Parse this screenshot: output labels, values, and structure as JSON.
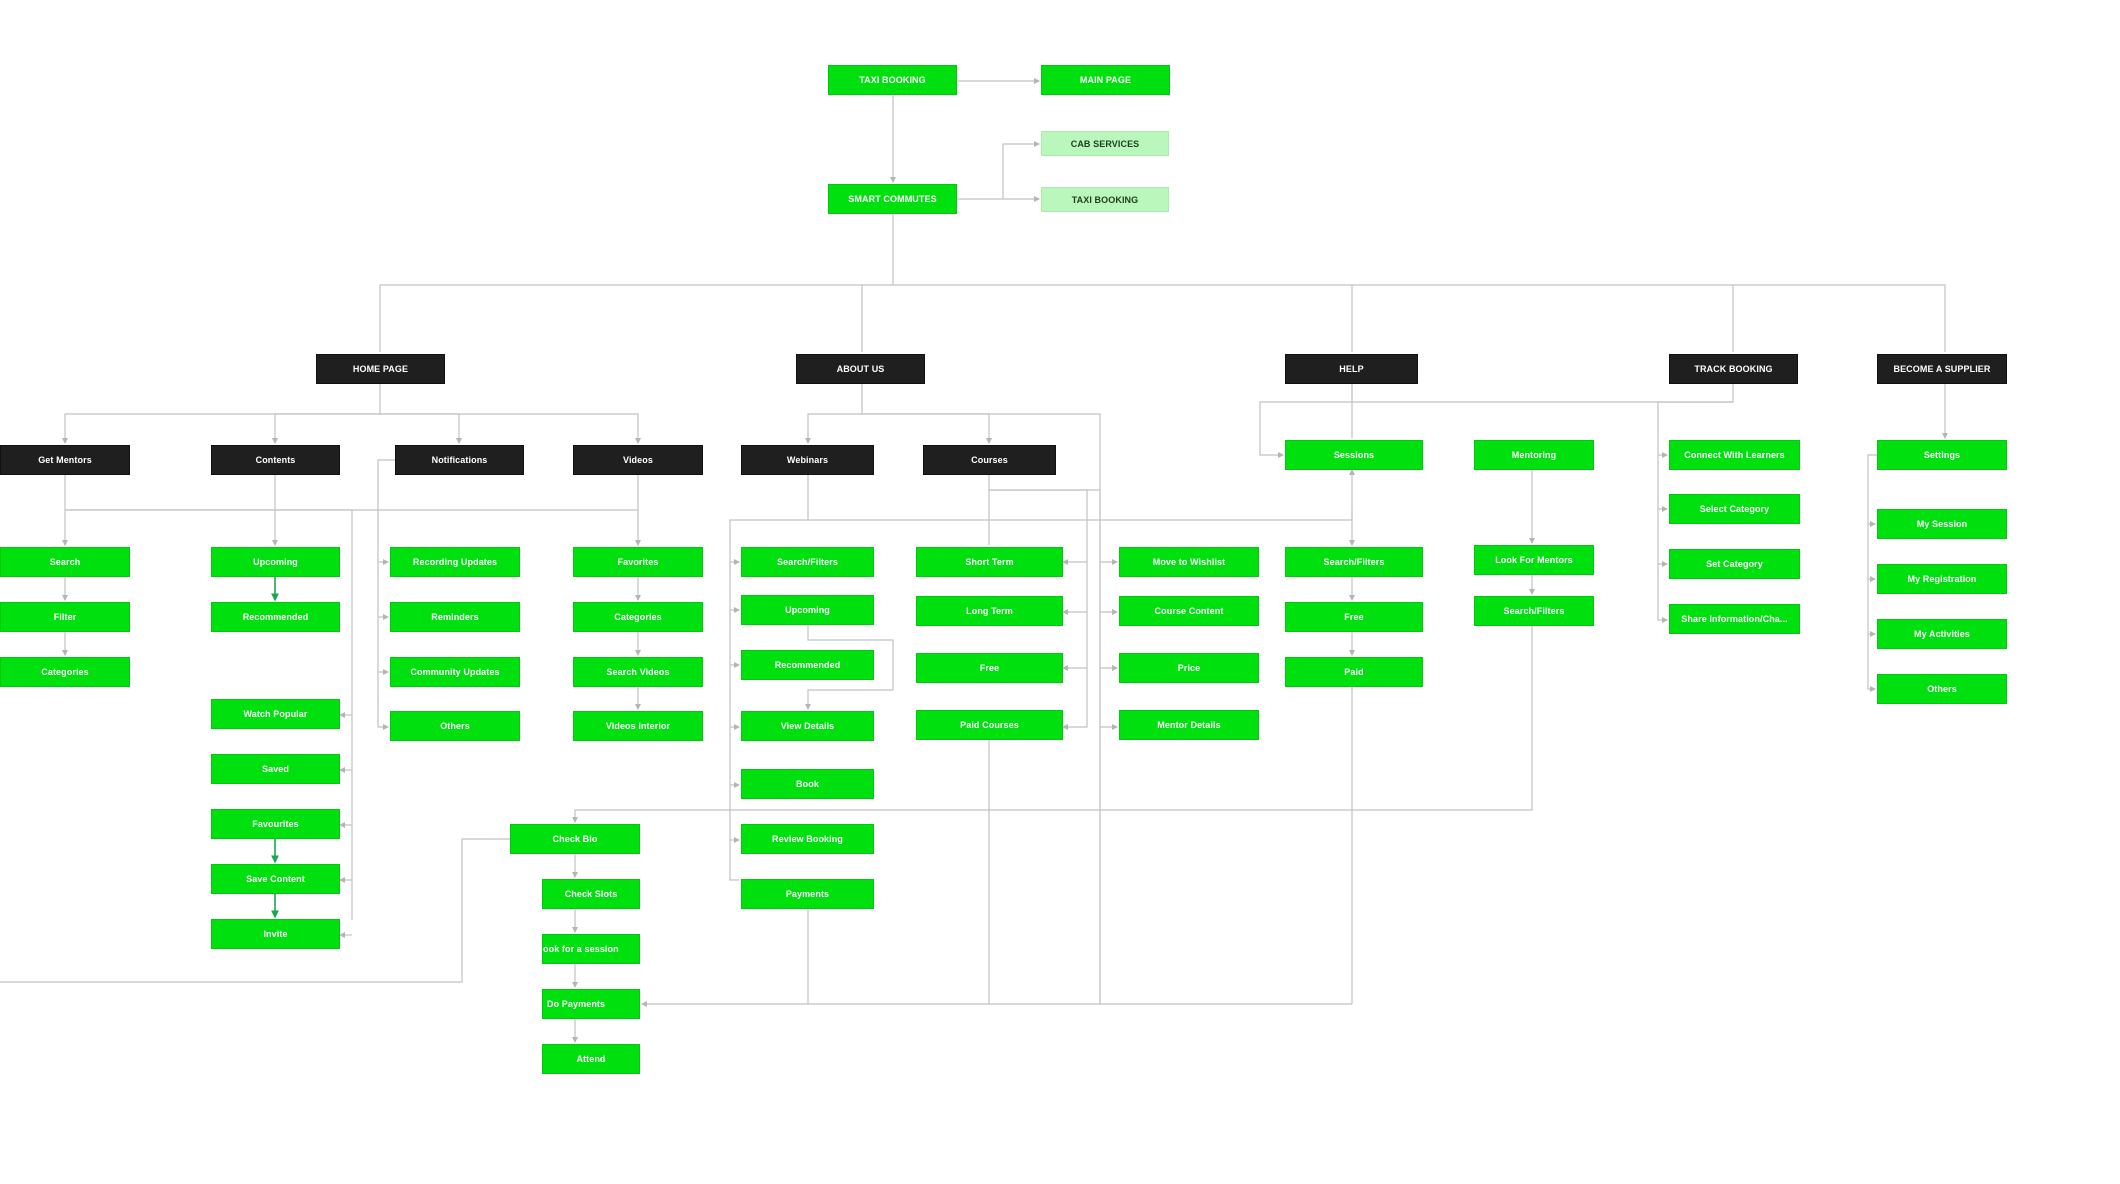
{
  "colors": {
    "dark": "#1f1f1f",
    "green": "#00e00f",
    "light": "#b9f7bc",
    "line": "#c2c2c2",
    "accent_arrow": "#18a84b"
  },
  "nodes": {
    "taxi_booking": "TAXI BOOKING",
    "main_page": "MAIN PAGE",
    "cab_services": "CAB SERVICES",
    "taxi_booking_sub": "TAXI BOOKING",
    "smart_commutes": "SMART COMMUTES",
    "home_page": "HOME PAGE",
    "about_us": "ABOUT US",
    "help": "HELP",
    "track_booking": "TRACK BOOKING",
    "become_supplier": "BECOME A SUPPLIER",
    "get_mentors": "Get Mentors",
    "contents": "Contents",
    "notifications": "Notifications",
    "videos": "Videos",
    "webinars": "Webinars",
    "courses": "Courses",
    "gm_search": "Search",
    "gm_filter": "Filter",
    "gm_categories": "Categories",
    "ct_upcoming": "Upcoming",
    "ct_recommended": "Recommended",
    "ct_watch_popular": "Watch Popular",
    "ct_saved": "Saved",
    "ct_favourites": "Favourites",
    "ct_save_content": "Save Content",
    "ct_invite": "Invite",
    "nt_recording_updates": "Recording Updates",
    "nt_reminders": "Reminders",
    "nt_community_updates": "Community Updates",
    "nt_others": "Others",
    "vd_favorites": "Favorites",
    "vd_categories": "Categories",
    "vd_search_videos": "Search Videos",
    "vd_videos_interior": "Videos Interior",
    "wb_search_filters": "Search/Filters",
    "wb_upcoming": "Upcoming",
    "wb_recommended": "Recommended",
    "wb_view_details": "View Details",
    "wb_book": "Book",
    "wb_review_booking": "Review Booking",
    "wb_payments": "Payments",
    "cr_short_term": "Short Term",
    "cr_long_term": "Long Term",
    "cr_free": "Free",
    "cr_paid_courses": "Paid Courses",
    "cr_move_to_wishlist": "Move to Wishlist",
    "cr_course_content": "Course Content",
    "cr_price": "Price",
    "cr_mentor_details": "Mentor Details",
    "hp_sessions": "Sessions",
    "hp_mentoring": "Mentoring",
    "ss_search_filters": "Search/Filters",
    "ss_free": "Free",
    "ss_paid": "Paid",
    "mt_look_for_mentors": "Look For Mentors",
    "mt_search_filters": "Search/Filters",
    "tb_connect_learners": "Connect With Learners",
    "tb_select_category": "Select Category",
    "tb_set_category": "Set Category",
    "tb_share_info": "Share Information/Cha...",
    "bs_settings": "Settings",
    "bs_my_session": "My Session",
    "bs_my_registration": "My Registration",
    "bs_my_activities": "My Activities",
    "bs_others": "Others",
    "bk_check_bio": "Check Bio",
    "bk_check_slots": "Check Slots",
    "bk_book_session": "ook for a session",
    "bk_do_payments": "Do Payments",
    "bk_attend": "Attend"
  }
}
